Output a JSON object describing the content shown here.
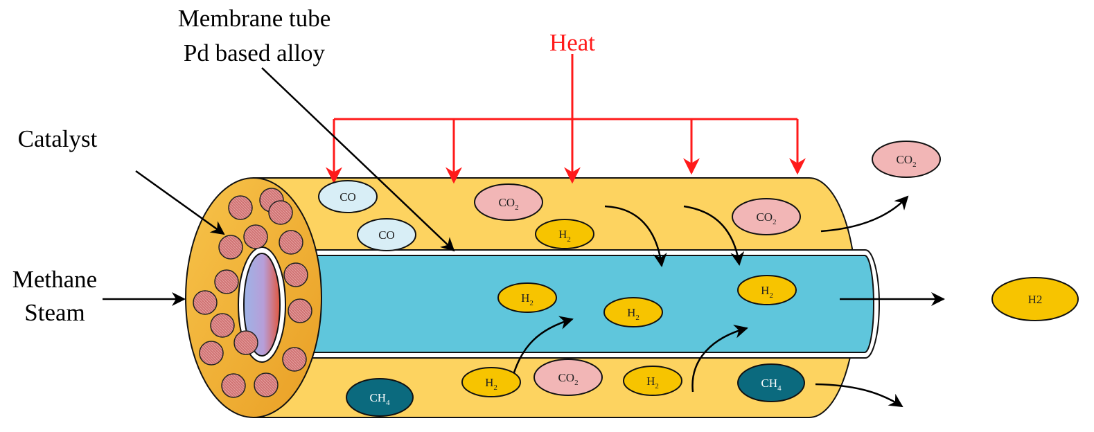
{
  "labels": {
    "membrane_line1": "Membrane tube",
    "membrane_line2": "Pd based alloy",
    "heat": "Heat",
    "catalyst": "Catalyst",
    "feed_line1": "Methane",
    "feed_line2": "Steam"
  },
  "molecules": {
    "co_top": "CO",
    "co_mid": "CO",
    "co2_top": "CO",
    "co2_top_sub": "2",
    "co2_right": "CO",
    "co2_right_sub": "2",
    "co2_outside": "CO",
    "co2_outside_sub": "2",
    "co2_bottom": "CO",
    "co2_bottom_sub": "2",
    "h2_top": "H",
    "h2_top_sub": "2",
    "h2_in1": "H",
    "h2_in1_sub": "2",
    "h2_in2": "H",
    "h2_in2_sub": "2",
    "h2_in3": "H",
    "h2_in3_sub": "2",
    "h2_bot1": "H",
    "h2_bot1_sub": "2",
    "h2_bot2": "H",
    "h2_bot2_sub": "2",
    "h2_out": "H2",
    "ch4_left": "CH",
    "ch4_left_sub": "4",
    "ch4_right": "CH",
    "ch4_right_sub": "4"
  },
  "colors": {
    "outer_tube": "#fdd360",
    "end_cap": "#f2b134",
    "membrane": "#5fc6dc",
    "heat": "#ff1a1a",
    "catalyst_pellet": "#cc6f6f",
    "co_fill": "#d8eef6",
    "co2_fill": "#f2b6b6",
    "h2_fill": "#f7c400",
    "ch4_fill": "#0b6a7e"
  }
}
